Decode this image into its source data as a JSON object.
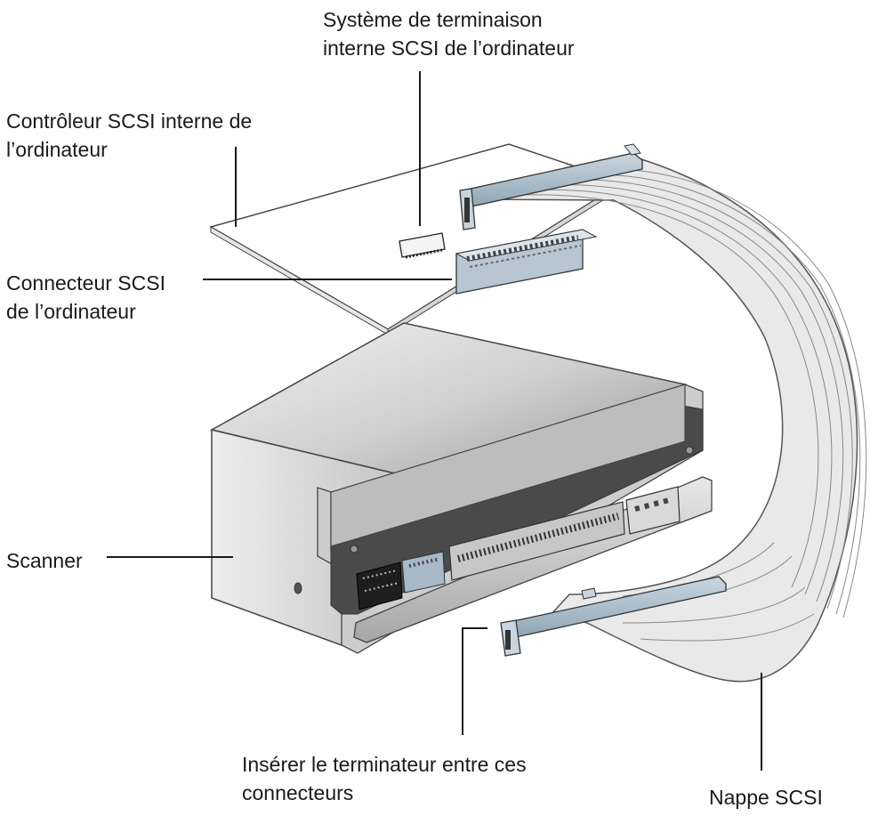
{
  "labels": {
    "termination": {
      "line1": "Système de terminaison",
      "line2": "interne SCSI de l’ordinateur"
    },
    "controller": {
      "line1": "Contrôleur SCSI interne de",
      "line2": "l’ordinateur"
    },
    "connector": {
      "line1": "Connecteur SCSI",
      "line2": "de l’ordinateur"
    },
    "scanner": {
      "line1": "Scanner"
    },
    "insert": {
      "line1": "Insérer le terminateur entre ces",
      "line2": "connecteurs"
    },
    "cable": {
      "line1": "Nappe SCSI"
    }
  },
  "colors": {
    "line": "#1a1a1a",
    "cable": "#e2e2e2",
    "metal": "#c4c4c4",
    "connector_blue": "#a9bccb",
    "dark_connector": "#222222"
  }
}
